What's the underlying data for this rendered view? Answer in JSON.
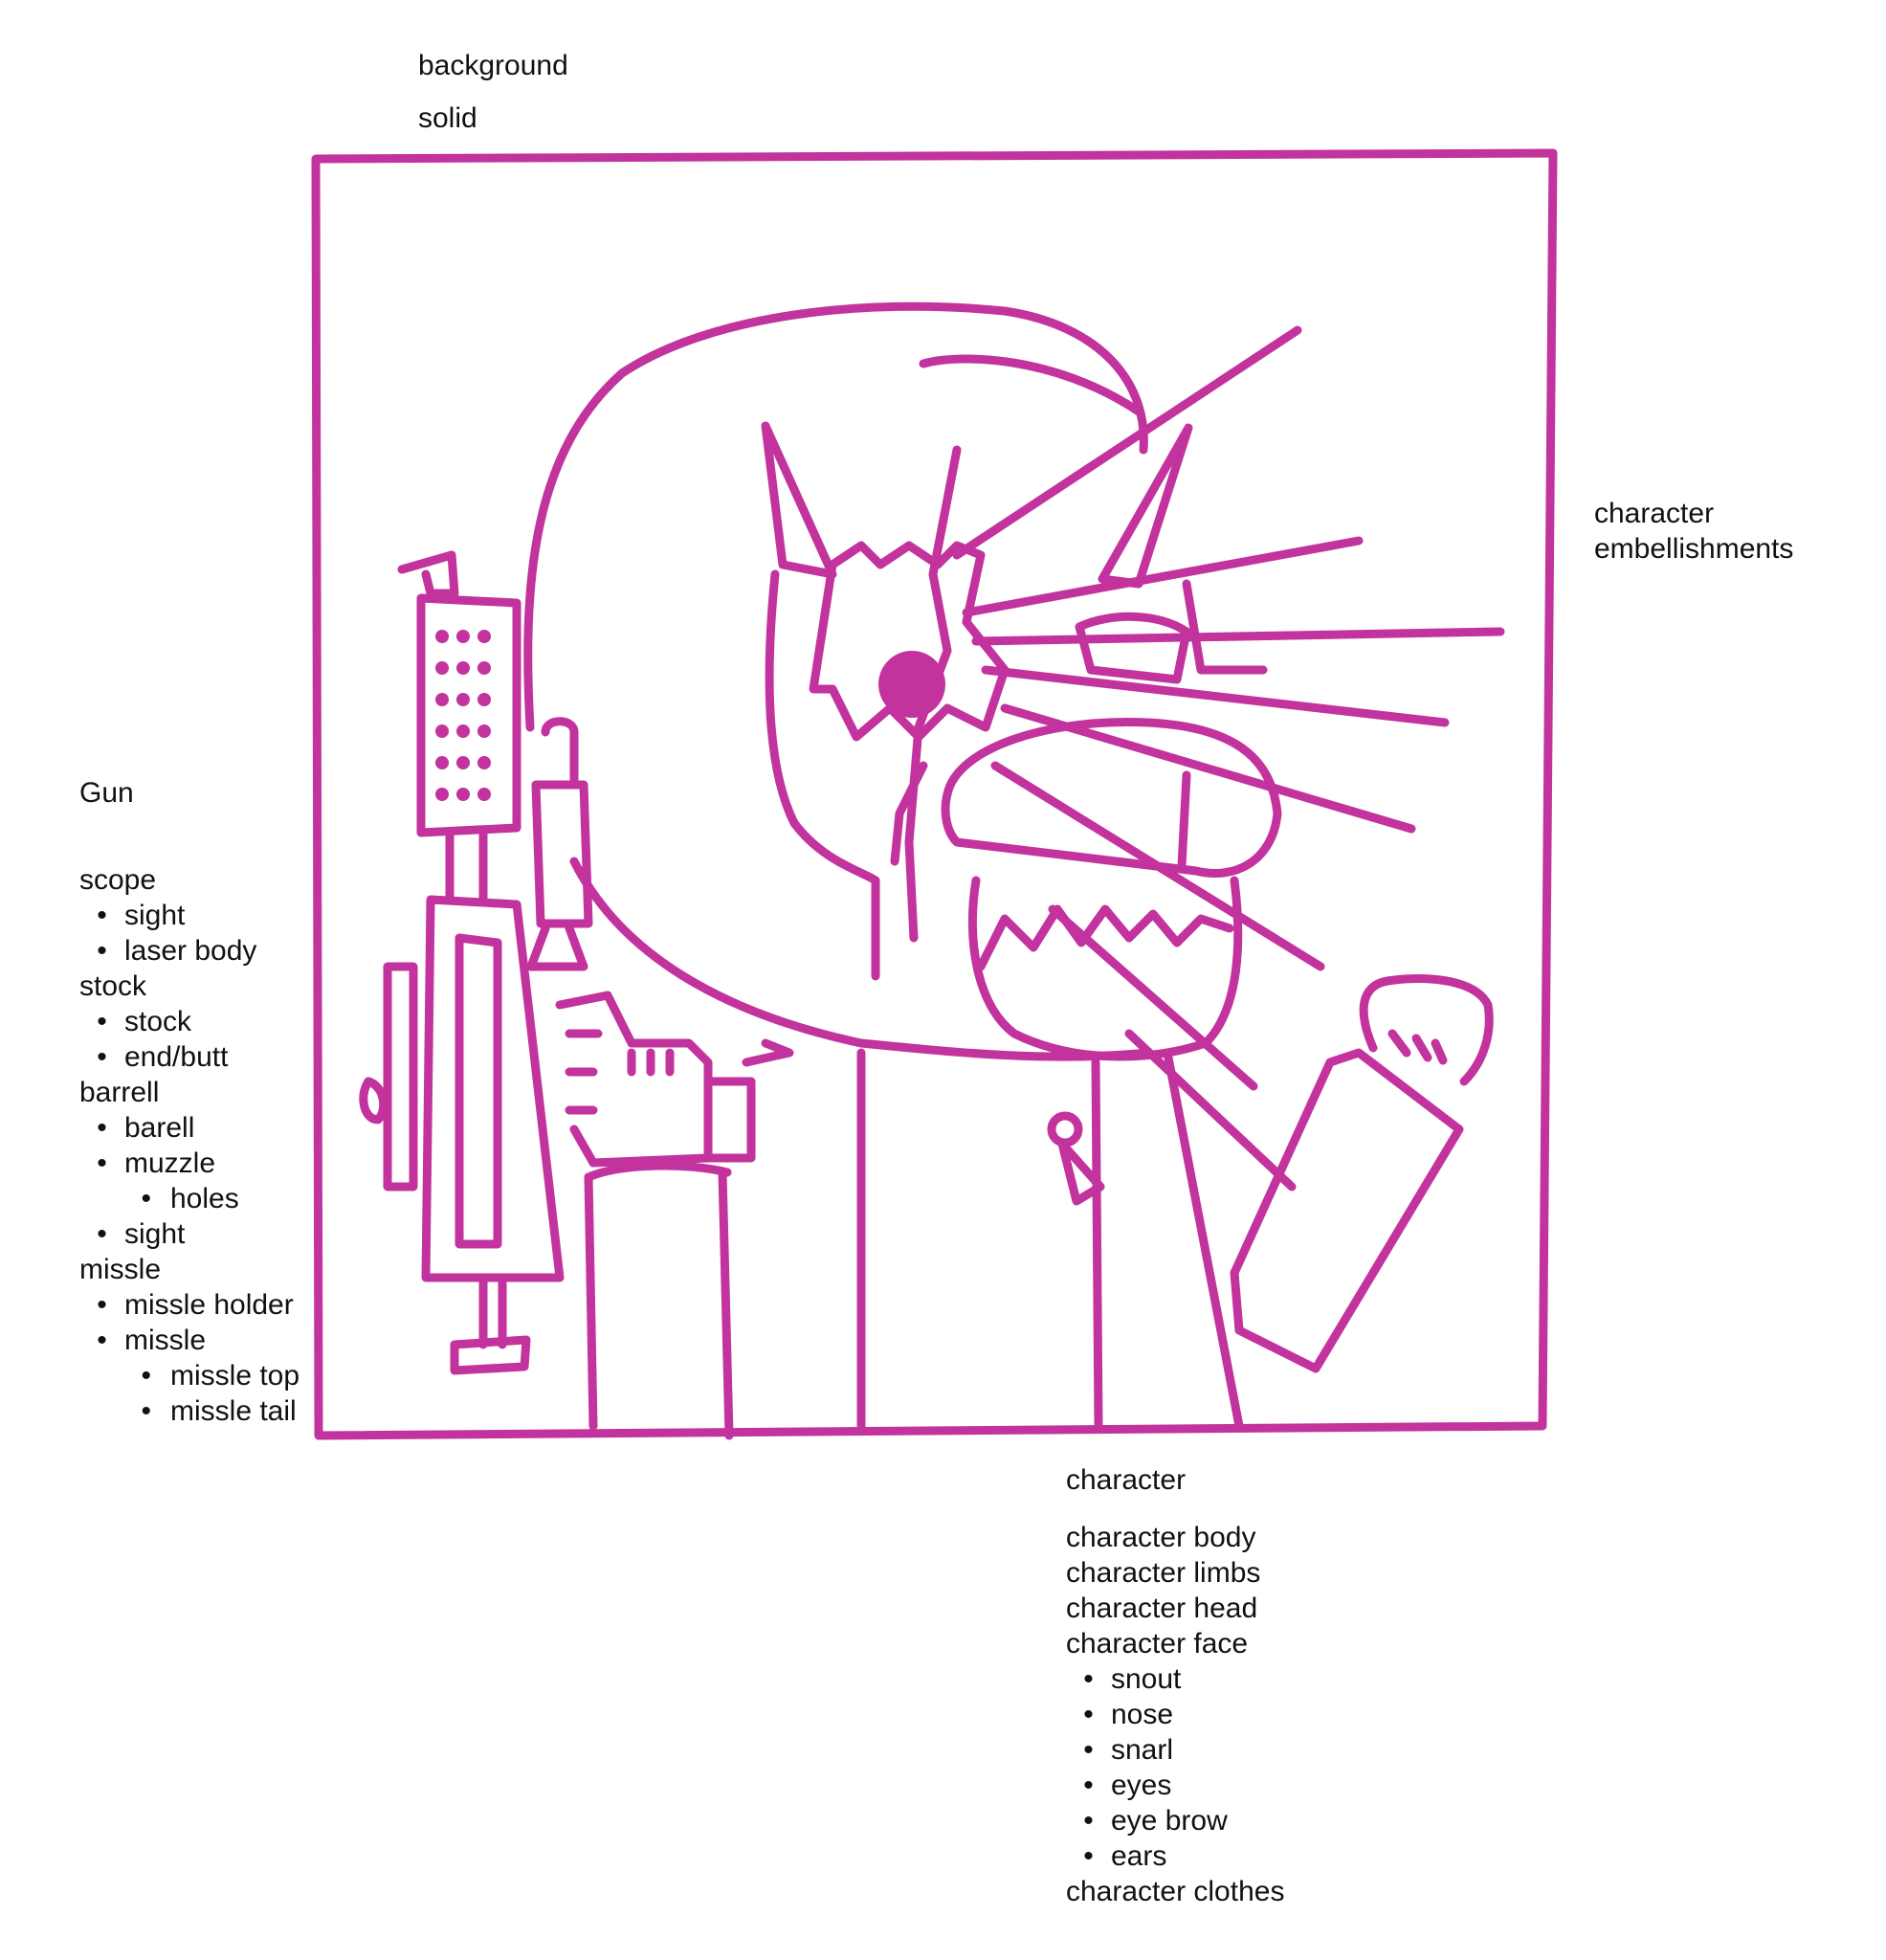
{
  "sketch_color": "#c2339e",
  "background_section": {
    "title": "background",
    "items": [
      "solid"
    ]
  },
  "embellishments_section": {
    "title": "character",
    "title2": "embellishments"
  },
  "gun_section": {
    "title": "Gun",
    "groups": [
      {
        "name": "scope",
        "items": [
          {
            "text": "sight"
          },
          {
            "text": "laser body"
          }
        ]
      },
      {
        "name": "stock",
        "items": [
          {
            "text": "stock"
          },
          {
            "text": "end/butt"
          }
        ]
      },
      {
        "name": "barrell",
        "items": [
          {
            "text": "barell"
          },
          {
            "text": "muzzle"
          },
          {
            "text": "holes",
            "sub": true
          },
          {
            "text": "sight"
          }
        ]
      },
      {
        "name": "missle",
        "items": [
          {
            "text": "missle holder"
          },
          {
            "text": "missle"
          },
          {
            "text": "missle top",
            "sub": true
          },
          {
            "text": "missle tail",
            "sub": true
          }
        ]
      }
    ]
  },
  "character_section": {
    "title": "character",
    "plain_items": [
      "character body",
      "character limbs",
      "character head",
      "character face"
    ],
    "face_items": [
      "snout",
      "nose",
      "snarl",
      "eyes",
      "eye brow",
      "ears"
    ],
    "last_item": "character clothes"
  }
}
